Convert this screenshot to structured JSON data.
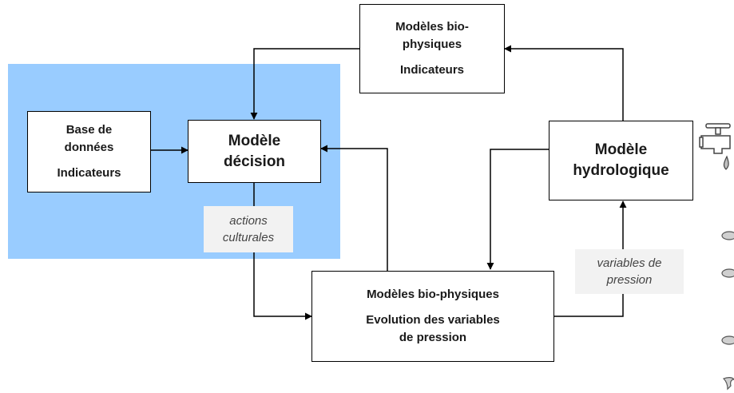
{
  "colors": {
    "zone": "#99ccff",
    "line": "#000000",
    "label_bg": "#f2f2f2"
  },
  "boxes": {
    "biophys_top": {
      "line1": "Modèles bio-",
      "line2": "physiques",
      "line3": "Indicateurs"
    },
    "database": {
      "line1": "Base de",
      "line2": "données",
      "line3": "Indicateurs"
    },
    "decision": {
      "line1": "Modèle",
      "line2": "décision"
    },
    "hydro": {
      "line1": "Modèle",
      "line2": "hydrologique"
    },
    "biophys_bottom": {
      "line1": "Modèles bio-physiques",
      "line2": "Evolution des variables",
      "line3": "de pression"
    }
  },
  "labels": {
    "actions": {
      "line1": "actions",
      "line2": "culturales"
    },
    "pressure": {
      "line1": "variables de",
      "line2": "pression"
    }
  },
  "icons": {
    "faucet": "faucet-icon",
    "drops": "water-drop-icon"
  }
}
